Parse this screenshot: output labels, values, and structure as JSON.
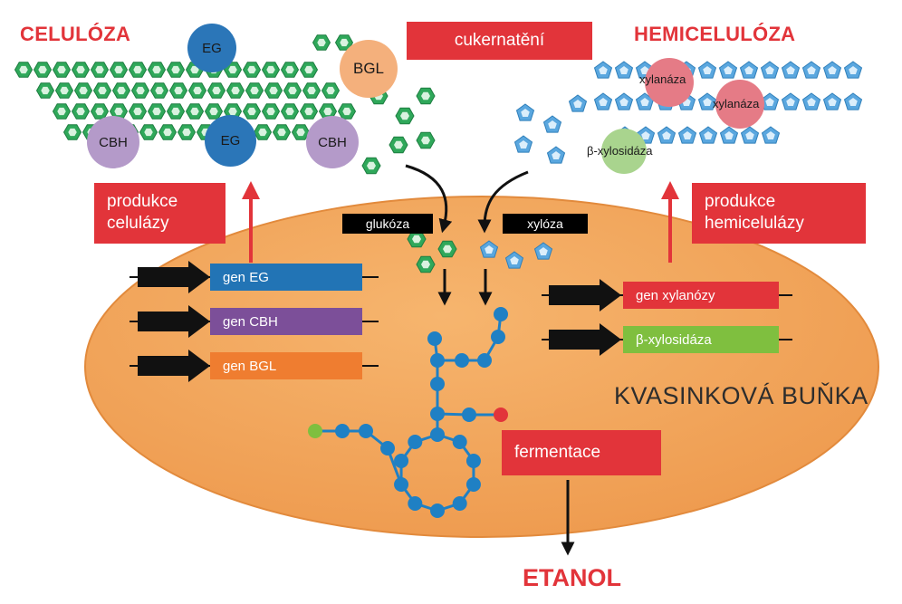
{
  "labels": {
    "celuloza": "CELULÓZA",
    "hemiceluloza": "HEMICELULÓZA",
    "cukernateni": "cukernatění",
    "bunka": "KVASINKOVÁ BUŇKA",
    "etanol": "ETANOL",
    "fermentace": "fermentace",
    "glukoza": "glukóza",
    "xyloza": "xylóza"
  },
  "production": {
    "cellulase": [
      "produkce",
      "celulázy"
    ],
    "hemicellulase": [
      "produkce",
      "hemicelulázy"
    ]
  },
  "enzymes": {
    "eg_top": "EG",
    "eg_mid": "EG",
    "bgl": "BGL",
    "cbh_left": "CBH",
    "cbh_right": "CBH",
    "xylanaza_1": "xylanáza",
    "xylanaza_2": "xylanáza",
    "b_xylosidaza": "β-xylosidáza"
  },
  "genes": {
    "eg": "gen EG",
    "cbh": "gen CBH",
    "bgl": "gen BGL",
    "xylanozy": "gen xylanózy",
    "b_xylosidaza": "β-xylosidáza"
  },
  "colors": {
    "cell": "#f0a257",
    "red": "#e2343a",
    "eg": "#2b76b8",
    "cbh": "#b49ac9",
    "bgl": "#f4b07c",
    "xylanaza": "#e57b86",
    "b_xylosidaza": "#a9d48e",
    "gene_eg": "#2274b5",
    "gene_cbh": "#7c4f99",
    "gene_bgl": "#ef7d30",
    "gene_xylanozy": "#e2343a",
    "gene_bxyl": "#7fbf3f",
    "glucose": "#2fa85a",
    "xylose": "#5aa7df",
    "chain": "#1f80c4"
  }
}
